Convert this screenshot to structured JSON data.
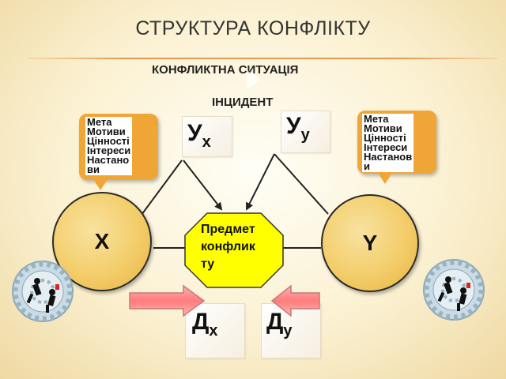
{
  "title": "СТРУКТУРА КОНФЛІКТУ",
  "subtitle": "КОНФЛИКТНА СИТУАЦІЯ",
  "incident": "ІНЦИДЕНТ",
  "left_callout": {
    "lines": [
      "Мета",
      "Мотиви",
      "Цінності",
      "Інтереси",
      "Настано",
      "ви"
    ]
  },
  "right_callout": {
    "lines": [
      "Мета",
      "Мотиви",
      "Цінності",
      "Інтереси",
      "Настанов",
      "и"
    ]
  },
  "tiles": {
    "ux": {
      "main": "У",
      "sub": "х"
    },
    "uy": {
      "main": "У",
      "sub": "у"
    },
    "dx": {
      "main": "Д",
      "sub": "х"
    },
    "dy": {
      "main": "Д",
      "sub": "у"
    }
  },
  "party_x": "Х",
  "party_y": "Y",
  "subject": {
    "lines": [
      "Предмет",
      "конфлик",
      "ту"
    ]
  },
  "colors": {
    "callout": "#f0a637",
    "party_fill": "#f3cd6a",
    "subject_fill": "#ffff00",
    "arrow_fill": "#ff8c8c",
    "title_rule": "#e39a4f"
  },
  "icons": {
    "left": "gears-people-icon",
    "right": "gears-people-icon",
    "pointer": "arrow-pointer-icon"
  }
}
